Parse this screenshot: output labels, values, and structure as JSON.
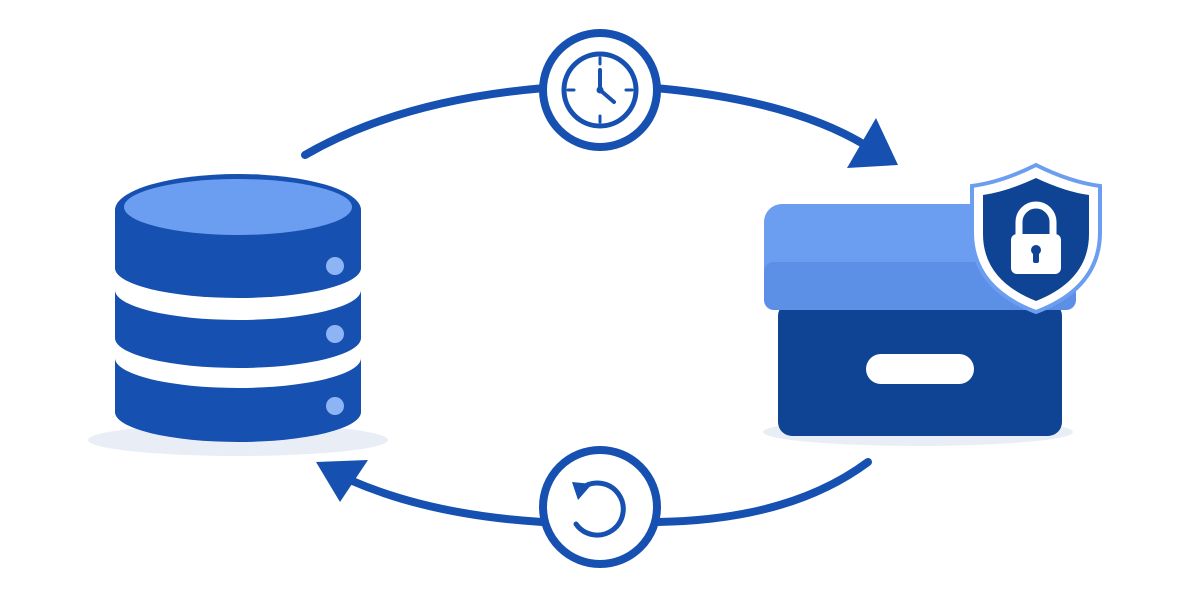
{
  "colors": {
    "primary": "#1650b0",
    "dark": "#0f4494",
    "light": "#6b9df0",
    "lighter": "#8db4f5",
    "white": "#ffffff",
    "shadow": "#e9eef6"
  },
  "nodes": [
    {
      "id": "source-database",
      "icon": "database-icon"
    },
    {
      "id": "secure-archive-box",
      "icon": "archive-box-icon"
    },
    {
      "id": "security-shield",
      "icon": "shield-lock-icon"
    }
  ],
  "cycle": [
    {
      "from": "source-database",
      "to": "secure-archive-box",
      "badge": "clock-icon"
    },
    {
      "from": "secure-archive-box",
      "to": "source-database",
      "badge": "restore-icon"
    }
  ]
}
